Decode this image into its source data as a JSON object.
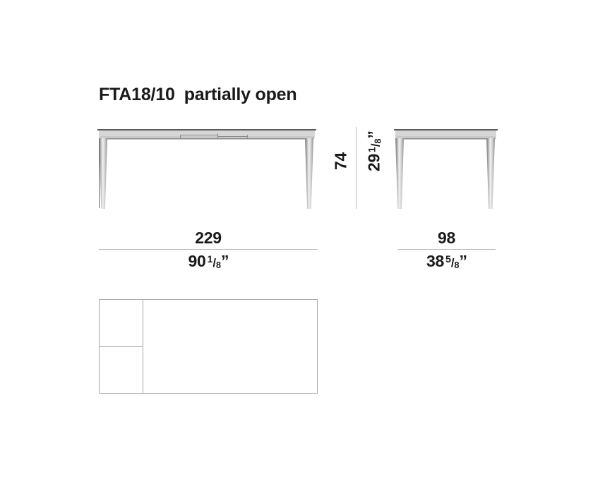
{
  "title": {
    "code": "FTA18/10",
    "state": "partially open"
  },
  "views": {
    "front_elevation": {
      "name": "front-elevation-view",
      "description": "extendable table seen from the long side, partially open with center extension leaf visible"
    },
    "side_elevation": {
      "name": "side-elevation-view",
      "description": "table seen from the short side"
    },
    "plan": {
      "name": "plan-view",
      "description": "top view rectangle divided into one narrow left column split in two and one large right field"
    }
  },
  "dimensions": {
    "width": {
      "label": "width",
      "metric": "229",
      "imperial_whole": "90",
      "imperial_num": "1",
      "imperial_slash": "/",
      "imperial_den": "8",
      "imperial_unit": "”"
    },
    "depth": {
      "label": "depth",
      "metric": "98",
      "imperial_whole": "38",
      "imperial_num": "5",
      "imperial_slash": "/",
      "imperial_den": "8",
      "imperial_unit": "”"
    },
    "height": {
      "label": "height",
      "metric": "74",
      "imperial_whole": "29",
      "imperial_num": "1",
      "imperial_slash": "/",
      "imperial_den": "8",
      "imperial_unit": "”"
    }
  },
  "colors": {
    "background": "#ffffff",
    "ink": "#1a1a1a",
    "top_edge": "#5d5d5d",
    "slab_fill": "#d6d6d6",
    "outline": "#a9a9a9",
    "dim_rule": "#b9b9b9"
  }
}
